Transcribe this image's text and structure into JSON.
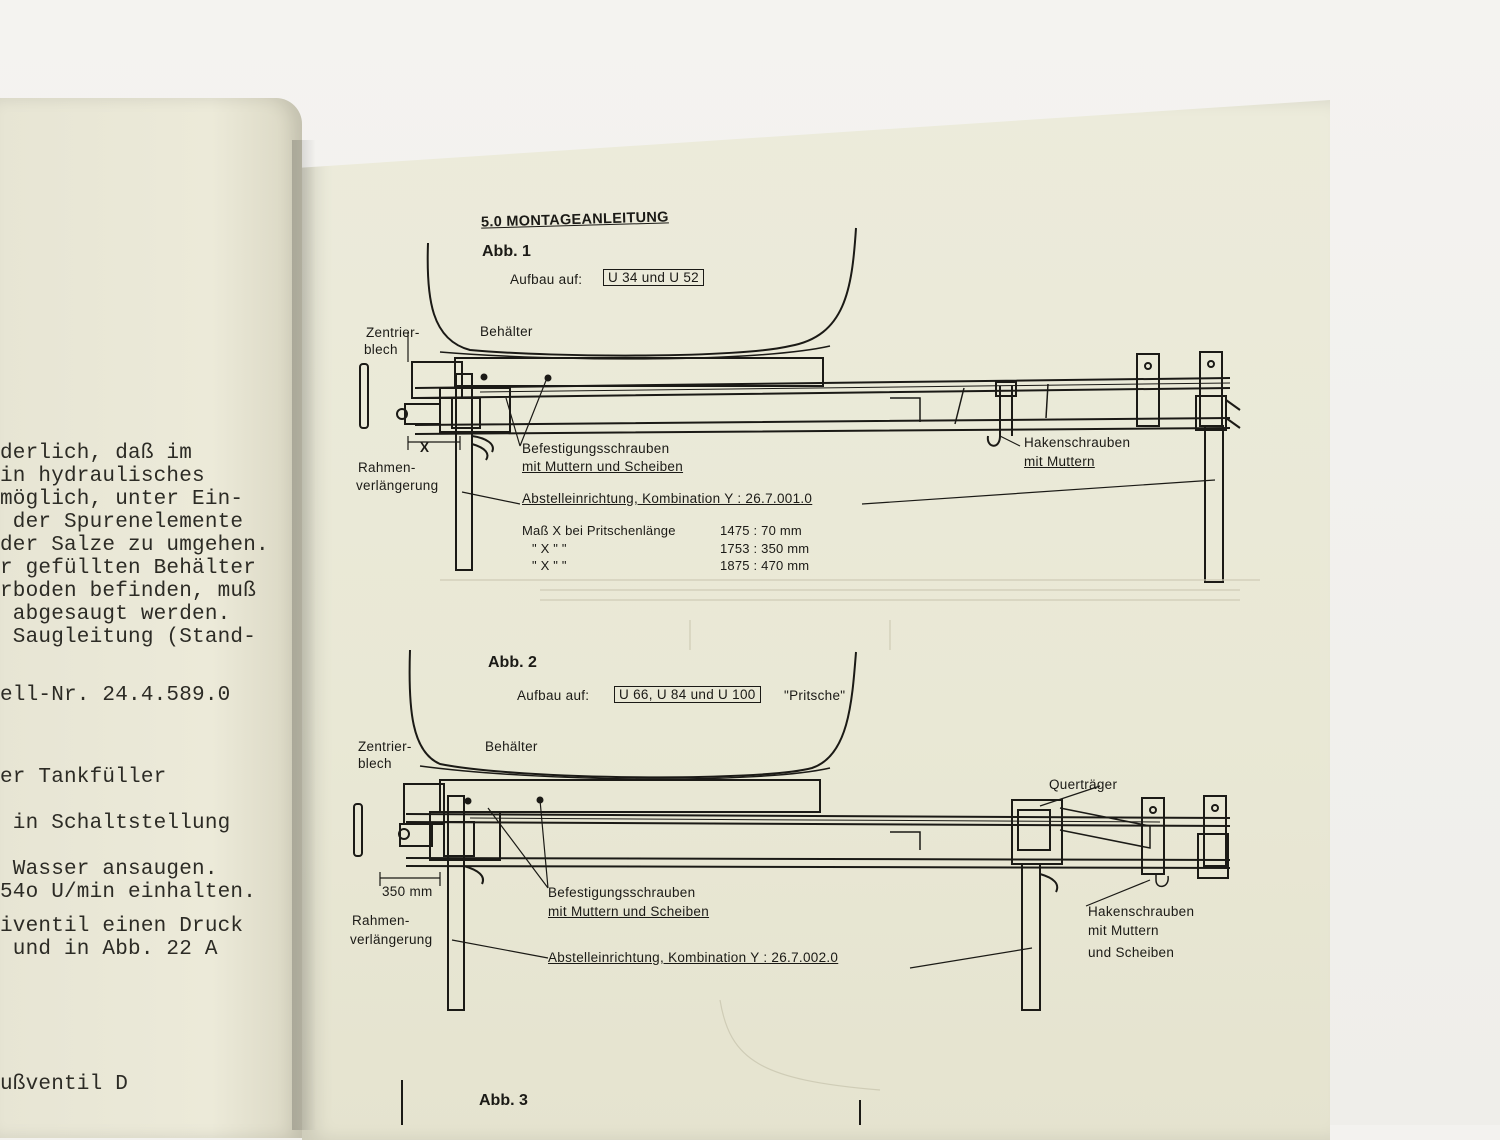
{
  "left_page": {
    "lines": [
      "derlich, daß im",
      "in hydraulisches",
      "möglich, unter Ein-",
      " der Spurenelemente",
      "der Salze zu umgehen.",
      "r gefüllten Behälter",
      "rboden befinden, muß",
      " abgesaugt werden.",
      " Saugleitung (Stand-",
      "ell-Nr. 24.4.589.0",
      "er Tankfüller",
      " in Schaltstellung",
      " Wasser ansaugen.",
      "54o U/min einhalten.",
      "iventil einen Druck",
      " und in Abb. 22 A",
      "ußventil D"
    ]
  },
  "right_page": {
    "section_title": "5.0 MONTAGEANLEITUNG",
    "fig1": {
      "title": "Abb. 1",
      "mount_label": "Aufbau auf:",
      "mount_value": "U 34 und U 52",
      "tank_label": "Behälter",
      "centering_label_1": "Zentrier-",
      "centering_label_2": "blech",
      "x_label": "X",
      "frame_ext_1": "Rahmen-",
      "frame_ext_2": "verlängerung",
      "bolts_1": "Befestigungsschrauben",
      "bolts_2": "mit Muttern und Scheiben",
      "hook_1": "Hakenschrauben",
      "hook_2": "mit Muttern",
      "stand": "Abstelleinrichtung, Kombination  Y : 26.7.001.0",
      "dim_rows": [
        {
          "label": "Maß X bei Pritschenlänge",
          "value": "1475 : 70 mm"
        },
        {
          "label": "\"   X   \"          \"",
          "value": "1753 : 350 mm"
        },
        {
          "label": "\"   X   \"          \"",
          "value": "1875 : 470 mm"
        }
      ]
    },
    "fig2": {
      "title": "Abb. 2",
      "mount_label": "Aufbau auf:",
      "mount_value": "U 66, U 84 und U 100",
      "mount_suffix": "\"Pritsche\"",
      "tank_label": "Behälter",
      "centering_label_1": "Zentrier-",
      "centering_label_2": "blech",
      "dim_label": "350 mm",
      "frame_ext_1": "Rahmen-",
      "frame_ext_2": "verlängerung",
      "crossbeam": "Querträger",
      "bolts_1": "Befestigungsschrauben",
      "bolts_2": "mit Muttern und Scheiben",
      "hook_1": "Hakenschrauben",
      "hook_2": "mit Muttern",
      "hook_3": "und Scheiben",
      "stand": "Abstelleinrichtung, Kombination  Y : 26.7.002.0"
    },
    "fig3": {
      "title": "Abb. 3"
    }
  },
  "colors": {
    "ink": "#1b1a16",
    "paper": "#ebe9d7"
  }
}
